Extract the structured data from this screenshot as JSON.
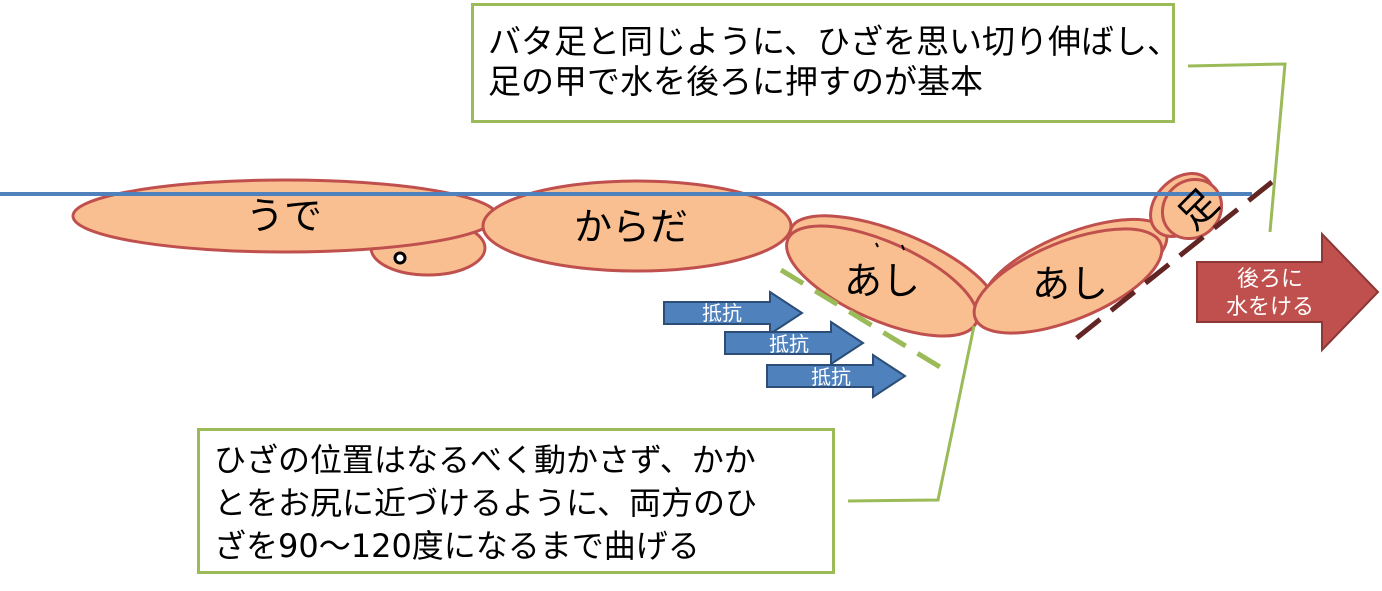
{
  "labels": {
    "arm": "うで",
    "body": "からだ",
    "thigh": "あし",
    "shin": "あし",
    "foot": "足",
    "resistance": [
      "抵抗",
      "抵抗",
      "抵抗"
    ],
    "kick": [
      "後ろに",
      "水をける"
    ]
  },
  "callouts": {
    "top": [
      "バタ足と同じように、ひざを思い切り伸ばし、",
      "足の甲で水を後ろに押すのが基本"
    ],
    "bottom": [
      "ひざの位置はなるべく動かさず、かか",
      "とをお尻に近づけるように、両方のひ",
      "ざを90〜120度になるまで曲げる"
    ]
  },
  "colors": {
    "body_fill": "#f9bf90",
    "body_stroke": "#c0504d",
    "water_line": "#4f81bd",
    "resistance_arrow": "#4f81bd",
    "kick_arrow": "#c0504d",
    "callout_border": "#9bbb59",
    "green_dash": "#9bbb59",
    "dark_dash": "#632523"
  }
}
